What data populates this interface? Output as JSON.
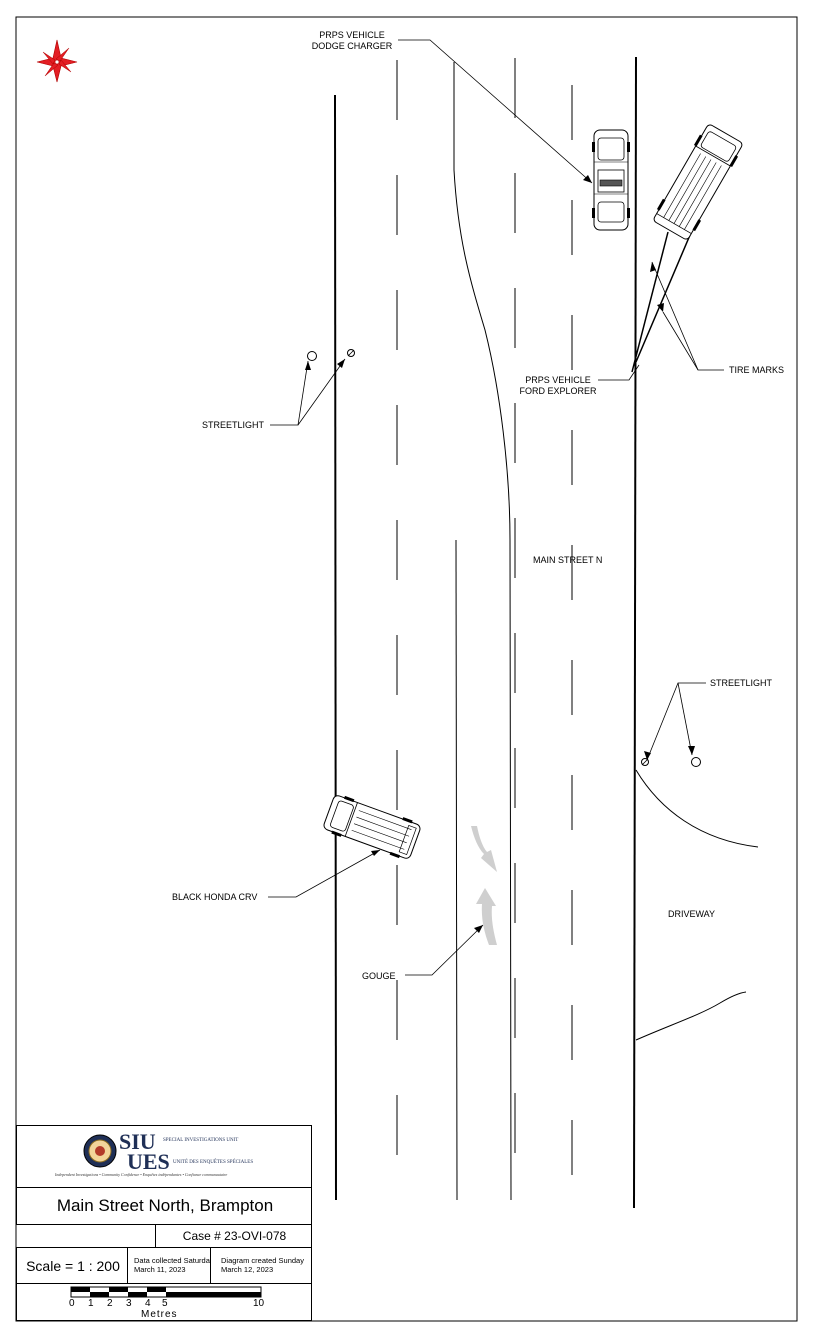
{
  "labels": {
    "dodge_vehicle_line1": "PRPS VEHICLE",
    "dodge_vehicle_line2": "DODGE CHARGER",
    "explorer_vehicle_line1": "PRPS VEHICLE",
    "explorer_vehicle_line2": "FORD EXPLORER",
    "tire_marks": "TIRE MARKS",
    "streetlight_left": "STREETLIGHT",
    "streetlight_right": "STREETLIGHT",
    "street_name": "MAIN STREET N",
    "driveway": "DRIVEWAY",
    "honda": "BLACK HONDA CRV",
    "gouge": "GOUGE"
  },
  "title_block": {
    "logo": {
      "abbr_top": "SIU",
      "abbr_bottom": "UES",
      "name_en": "SPECIAL INVESTIGATIONS UNIT",
      "name_fr": "UNITÉ DES ENQUÊTES SPÉCIALES",
      "tagline": "Independent Investigations • Community Confidence • Enquêtes indépendantes • Confiance communautaire"
    },
    "title": "Main Street North, Brampton",
    "case": "Case # 23-OVI-078",
    "scale_label": "Scale = 1 : 200",
    "data_collected_line1": "Data collected Saturday",
    "data_collected_line2": "March 11, 2023",
    "diagram_created_line1": "Diagram created Sunday",
    "diagram_created_line2": "March 12, 2023",
    "scale_ticks": [
      "0",
      "1",
      "2",
      "3",
      "4",
      "5",
      "10"
    ],
    "scale_unit": "Metres"
  }
}
